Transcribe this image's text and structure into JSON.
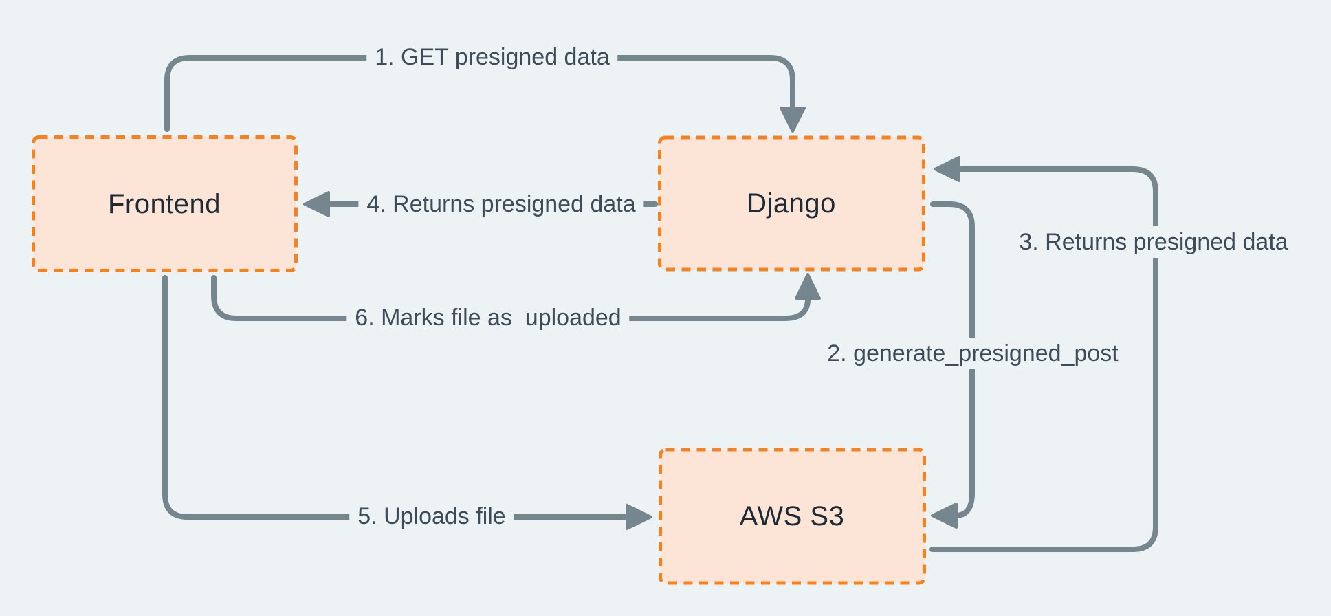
{
  "diagram": {
    "description": "Presigned upload flow between Frontend, Django and AWS S3",
    "colors": {
      "background": "#edf2f5",
      "node_fill": "#fce4d6",
      "node_border": "#f5821f",
      "connector": "#75868f",
      "edge_label_text": "#3d4c59",
      "node_label_text": "#1e2b36"
    },
    "nodes": [
      {
        "id": "frontend",
        "label": "Frontend"
      },
      {
        "id": "django",
        "label": "Django"
      },
      {
        "id": "aws-s3",
        "label": "AWS S3"
      }
    ],
    "edges": [
      {
        "step": 1,
        "label": "1. GET presigned data",
        "from": "frontend",
        "to": "django"
      },
      {
        "step": 2,
        "label": "2. generate_presigned_post",
        "from": "django",
        "to": "aws-s3"
      },
      {
        "step": 3,
        "label": "3. Returns presigned data",
        "from": "aws-s3",
        "to": "django"
      },
      {
        "step": 4,
        "label": "4. Returns presigned data",
        "from": "django",
        "to": "frontend"
      },
      {
        "step": 5,
        "label": "5. Uploads file",
        "from": "frontend",
        "to": "aws-s3"
      },
      {
        "step": 6,
        "label": "6. Marks file as  uploaded",
        "from": "frontend",
        "to": "django"
      }
    ]
  }
}
